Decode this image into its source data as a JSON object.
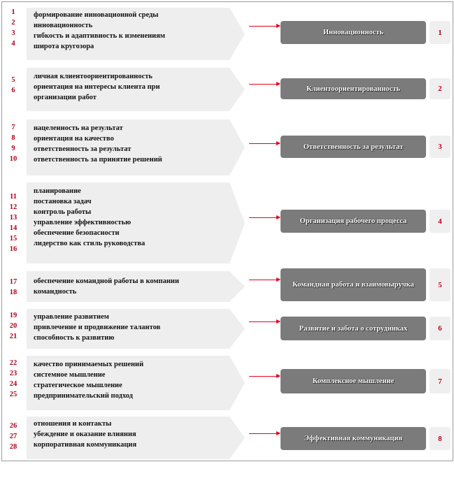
{
  "groups": [
    {
      "numbers": [
        "1",
        "2",
        "3",
        "4"
      ],
      "items": [
        "формирование инновационной среды",
        "инновационность",
        "гибкость и адаптивность к изменениям",
        "широта кругозора"
      ],
      "competency": "Инновационность",
      "index": "1"
    },
    {
      "numbers": [
        "5",
        "6"
      ],
      "items": [
        "личная клиентоориентированность",
        "ориентация на интересы клиента при",
        "организации работ"
      ],
      "competency": "Клиентоориентированность",
      "index": "2"
    },
    {
      "numbers": [
        "7",
        "8",
        "9",
        "10"
      ],
      "items": [
        "нацеленность на результат",
        "ориентация на качество",
        "ответственность за результат",
        "ответственность за принятие решений"
      ],
      "competency": "Ответственность за результат",
      "index": "3"
    },
    {
      "numbers": [
        "11",
        "12",
        "13",
        "14",
        "15",
        "16"
      ],
      "items": [
        "планирование",
        "постановка задач",
        "контроль работы",
        "управление эффективностью",
        "обеспечение безопасности",
        "лидерство как стиль руководства"
      ],
      "competency": "Организация рабочего процесса",
      "index": "4"
    },
    {
      "numbers": [
        "17",
        "18"
      ],
      "items": [
        "обеспечение командной работы в компании",
        "командность"
      ],
      "competency": "Командная работа и взаимовыручка",
      "index": "5"
    },
    {
      "numbers": [
        "19",
        "20",
        "21"
      ],
      "items": [
        "управление развитием",
        "привлечение и продвижение талантов",
        "способность к развитию"
      ],
      "competency": "Развитие и забота о сотрудниках",
      "index": "6"
    },
    {
      "numbers": [
        "22",
        "23",
        "24",
        "25"
      ],
      "items": [
        "качество принимаемых решений",
        "системное мышление",
        "стратегическое мышление",
        "предпринимательский подход"
      ],
      "competency": "Комплексное мышление",
      "index": "7"
    },
    {
      "numbers": [
        "26",
        "27",
        "28"
      ],
      "items": [
        "отношения и контакты",
        "убеждение и оказание влияния",
        "корпоративная коммуникация"
      ],
      "competency": "Эффективная коммуникация",
      "index": "8"
    }
  ]
}
